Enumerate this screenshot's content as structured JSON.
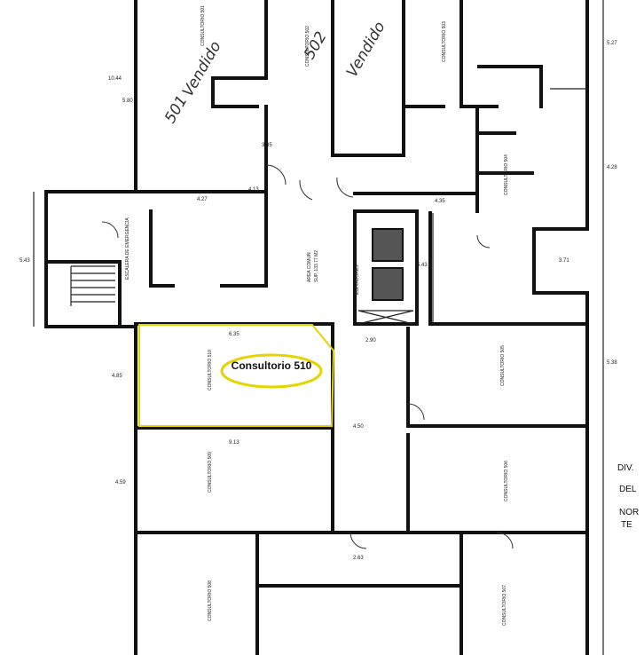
{
  "highlight": {
    "unit_label": "Consultorio 510",
    "outline_color": "#e6d400"
  },
  "handwritten": {
    "unit_501": "501",
    "unit_501_status": "Vendido",
    "unit_502": "502",
    "unit_502_status": "Vendido"
  },
  "side_note": {
    "line1": "DIV.",
    "line2": "DEL",
    "line3": "NOR",
    "line4": "TE"
  },
  "rooms": {
    "area_comun": "AREA COMUN",
    "area_comun_sup": "SUP. 133.77 M2",
    "escalera": "ESCALERA DE EMERGENCIA",
    "elevadores": "ELEVADORES",
    "consultorio_501": "CONSULTORIO 501",
    "consultorio_502": "CONSULTORIO 502",
    "consultorio_503": "CONSULTORIO 503",
    "consultorio_504": "CONSULTORIO 504",
    "consultorio_505": "CONSULTORIO 505",
    "consultorio_506": "CONSULTORIO 506",
    "consultorio_507": "CONSULTORIO 507",
    "consultorio_508": "CONSULTORIO 508",
    "consultorio_509": "CONSULTORIO 509",
    "consultorio_510": "CONSULTORIO 510"
  },
  "dimensions": {
    "d1": "5.27",
    "d2": "4.28",
    "d3": "3.71",
    "d4": "5.38",
    "d5": "5.43",
    "d6": "4.27",
    "d7": "4.35",
    "d8": "2.90",
    "d9": "5.80",
    "d10": "4.13",
    "d11": "4.59",
    "d12": "3.35",
    "d13": "6.35",
    "d14": "4.50",
    "d15": "10.44",
    "d16": "5.43",
    "d17": "4.85",
    "d18": "9.13",
    "d19": "2.63"
  }
}
